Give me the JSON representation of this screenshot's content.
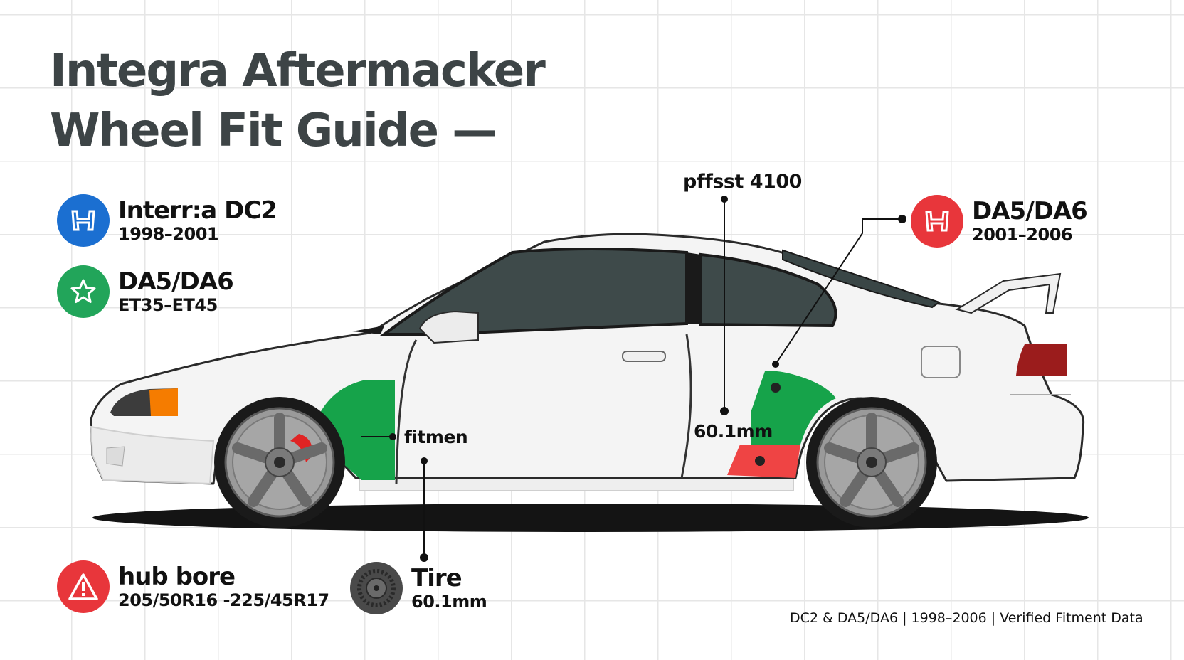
{
  "title": {
    "line1": "Integra Aftermacker",
    "line2": "Wheel Fit Guide —"
  },
  "legend_left": [
    {
      "icon": "honda-logo-icon",
      "color": "#1b6fd1",
      "line1": "Interr:a DC2",
      "line2": "1998–2001"
    },
    {
      "icon": "star-icon",
      "color": "#22a55a",
      "line1": "DA5/DA6",
      "line2": "ET35–ET45"
    }
  ],
  "legend_right": {
    "icon": "honda-logo-icon",
    "color": "#e8363b",
    "line1": "DA5/DA6",
    "line2": "2001–2006"
  },
  "legend_bottom": [
    {
      "icon": "warning-icon",
      "color": "#e8363b",
      "line1": "hub bore",
      "line2": "205/50R16 -225/45R17"
    },
    {
      "icon": "tire-icon",
      "color": "#4a4a4a",
      "line1": "Tire",
      "line2": "60.1mm"
    }
  ],
  "annotations": {
    "offset": "pffsst 4100",
    "fitment": "fitmen",
    "measurement": "60.1mm"
  },
  "footer": "DC2 & DA5/DA6 | 1998–2006 | Verified Fitment Data",
  "colors": {
    "green_zone": "#16a34a",
    "red_zone": "#ef4444",
    "body": "#f4f4f4",
    "title": "#3d4446"
  }
}
